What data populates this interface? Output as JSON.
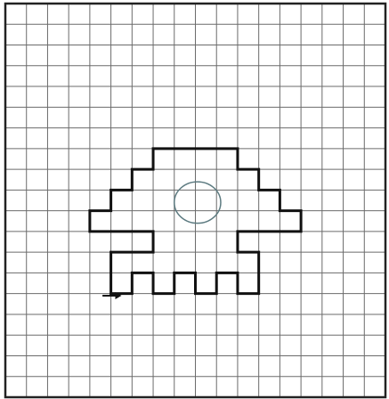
{
  "grid": {
    "columns": 18,
    "rows": 19,
    "line_color": "#6b6b6b",
    "border_color": "#222222"
  },
  "shape": {
    "stroke_color": "#111111",
    "outline_cells": [
      [
        7,
        7
      ],
      [
        11,
        7
      ],
      [
        11,
        8
      ],
      [
        12,
        8
      ],
      [
        12,
        9
      ],
      [
        13,
        9
      ],
      [
        13,
        10
      ],
      [
        14,
        10
      ],
      [
        14,
        11
      ],
      [
        11,
        11
      ],
      [
        11,
        12
      ],
      [
        12,
        12
      ],
      [
        12,
        14
      ],
      [
        11,
        14
      ],
      [
        11,
        13
      ],
      [
        10,
        13
      ],
      [
        10,
        14
      ],
      [
        9,
        14
      ],
      [
        9,
        13
      ],
      [
        8,
        13
      ],
      [
        8,
        14
      ],
      [
        7,
        14
      ],
      [
        7,
        13
      ],
      [
        6,
        13
      ],
      [
        6,
        14
      ],
      [
        5,
        14
      ],
      [
        5,
        12
      ],
      [
        7,
        12
      ],
      [
        7,
        11
      ],
      [
        4,
        11
      ],
      [
        4,
        10
      ],
      [
        5,
        10
      ],
      [
        5,
        9
      ],
      [
        6,
        9
      ],
      [
        6,
        8
      ],
      [
        7,
        8
      ]
    ]
  },
  "circle": {
    "center_cell": [
      9.1,
      9.6
    ],
    "radius_cells": [
      1.1,
      1.0
    ],
    "stroke_color": "#5c7a80"
  },
  "arrow": {
    "from_cell": [
      4.6,
      14.1
    ],
    "to_cell": [
      5.5,
      14.1
    ],
    "color": "#111111"
  }
}
